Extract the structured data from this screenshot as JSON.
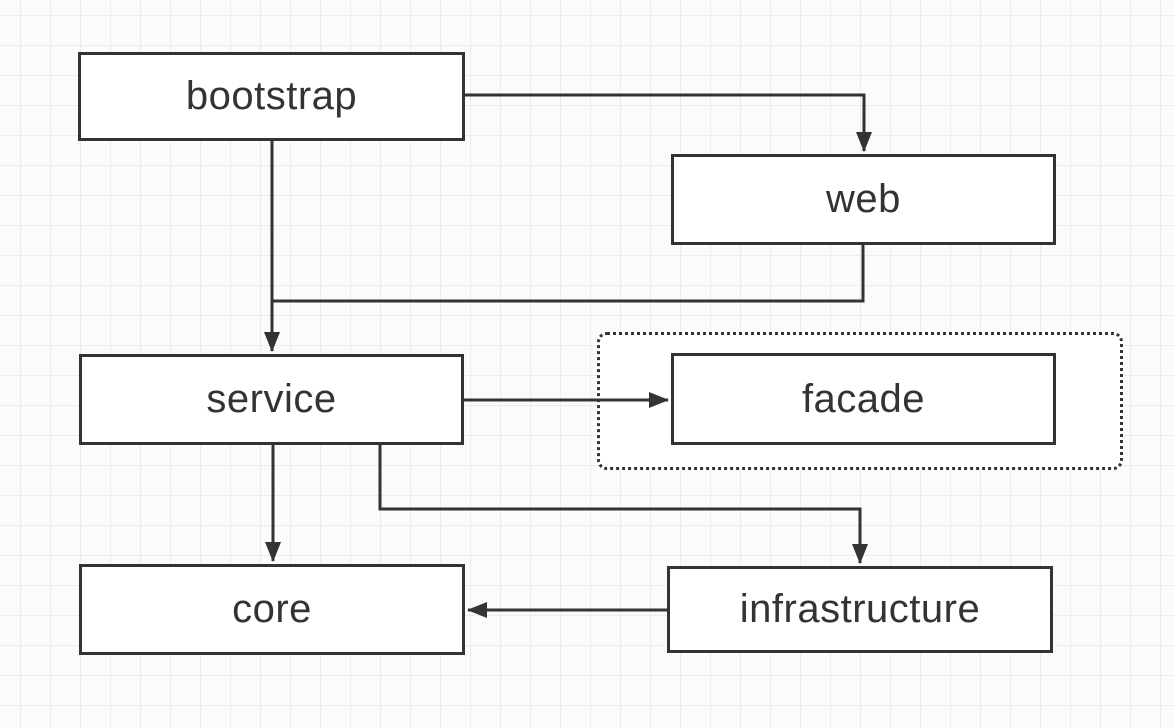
{
  "nodes": {
    "bootstrap": {
      "label": "bootstrap"
    },
    "web": {
      "label": "web"
    },
    "service": {
      "label": "service"
    },
    "facade": {
      "label": "facade"
    },
    "core": {
      "label": "core"
    },
    "infrastructure": {
      "label": "infrastructure"
    }
  },
  "groups": [
    {
      "id": "facade-group",
      "contains": [
        "facade"
      ],
      "border_style": "dotted",
      "label": ""
    }
  ],
  "edges": [
    {
      "from": "bootstrap",
      "to": "web",
      "arrow": "filled",
      "routing": "orthogonal"
    },
    {
      "from": "bootstrap",
      "to": "service",
      "arrow": "filled",
      "routing": "straight-down"
    },
    {
      "from": "web",
      "to": "service",
      "arrow": "merges-into-bootstrap-service-arrow",
      "routing": "orthogonal"
    },
    {
      "from": "service",
      "to": "facade",
      "arrow": "filled",
      "routing": "straight-right"
    },
    {
      "from": "service",
      "to": "core",
      "arrow": "filled",
      "routing": "straight-down"
    },
    {
      "from": "service",
      "to": "infrastructure",
      "arrow": "filled",
      "routing": "orthogonal"
    },
    {
      "from": "infrastructure",
      "to": "core",
      "arrow": "filled",
      "routing": "straight-left"
    }
  ],
  "colors": {
    "stroke": "#333333",
    "node_fill": "#ffffff",
    "text": "#333333",
    "grid_line": "#ececec",
    "canvas_bg": "#fbfbfb"
  }
}
